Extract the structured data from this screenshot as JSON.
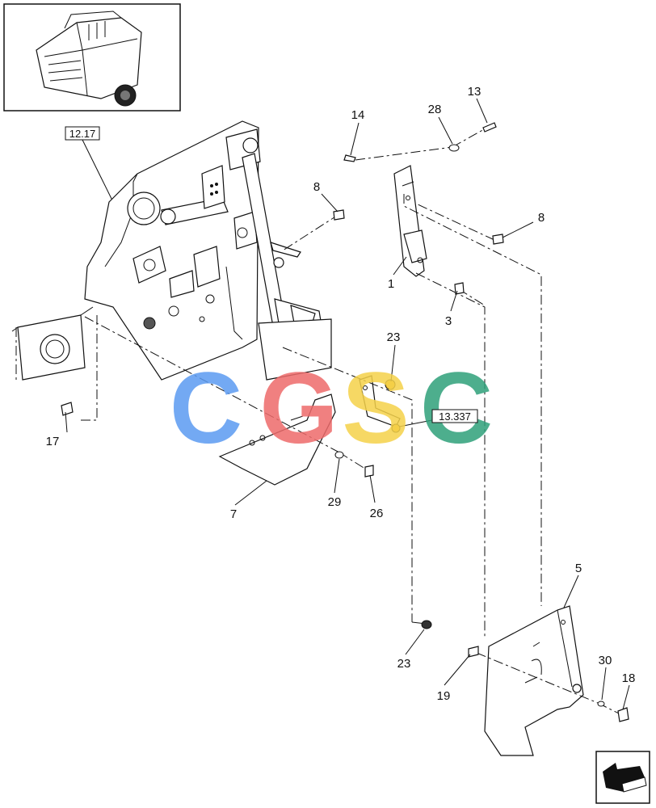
{
  "callouts": {
    "c1": "1",
    "c3": "3",
    "c5": "5",
    "c7": "7",
    "c8a": "8",
    "c8b": "8",
    "c13": "13",
    "c14": "14",
    "c17": "17",
    "c18": "18",
    "c19": "19",
    "c23a": "23",
    "c23b": "23",
    "c26": "26",
    "c28": "28",
    "c29": "29",
    "c30": "30"
  },
  "references": {
    "r1": "12.17",
    "r2": "13.337"
  },
  "watermark": {
    "letters": [
      "C",
      "G",
      "S",
      "C"
    ],
    "colors": [
      "#5b9bf2",
      "#ee6b6b",
      "#f5d24a",
      "#2ea07a"
    ]
  },
  "colors": {
    "highlight": "#f2c23a",
    "line": "#111111"
  },
  "icons": {
    "thumbnail": "round-baler-thumbnail",
    "navigation": "next-page-arrow-icon"
  }
}
